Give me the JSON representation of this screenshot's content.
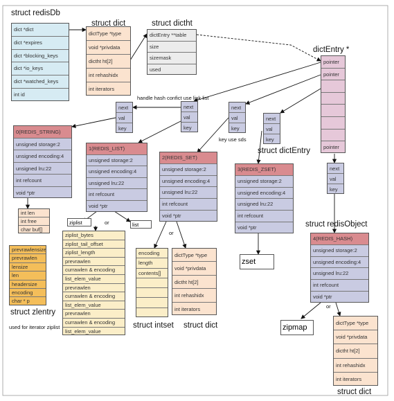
{
  "titles": {
    "redisdb": "struct redisDb",
    "dict_top": "struct dict",
    "dictht": "struct dictht",
    "dictentry_top": "dictEntry *",
    "dictentry_mid": "struct dictEntry",
    "redisobject": "struct redisObject",
    "zlentry": "struct zlentry",
    "intset": "struct intset",
    "dict_set": "struct dict",
    "dict_hash": "struct dict"
  },
  "notes": {
    "conflict": "handle hash confict use link list",
    "key_sds": "key use sds",
    "zlentry_iter": "used for iterator ziplist",
    "or1": "or",
    "or2": "or",
    "or3": "or"
  },
  "tags": {
    "ziplist": "ziplist",
    "list": "list",
    "zset": "zset",
    "zipmap": "zipmap"
  },
  "redisdb": [
    "dict *dict",
    "dict *expires",
    "dict *blocking_keys",
    "dict *io_keys",
    "dict *watched_keys",
    "int id"
  ],
  "dict_fields": [
    "dictType *type",
    "void *privdata",
    "dictht ht[2]",
    "int rehashidx",
    "int iterators"
  ],
  "dictht_fields": [
    "dictEntry **table",
    "size",
    "sizemask",
    "used"
  ],
  "entry_array": [
    "pointer",
    "pointer",
    "",
    "",
    "",
    "",
    "",
    "pointer"
  ],
  "entry_triplet": [
    "next",
    "val",
    "key"
  ],
  "robj_string": [
    "0(REDIS_STRING)",
    "unsigned storage:2",
    "unsigned encoding:4",
    "unsigned lru:22",
    "int refcount",
    "void *ptr"
  ],
  "robj_list": [
    "1(REDIS_LIST)",
    "unsigned storage:2",
    "unsigned encoding:4",
    "unsigned lru:22",
    "int refcount",
    "void *ptr"
  ],
  "robj_set": [
    "2(REDIS_SET)",
    "unsigned storage:2",
    "unsigned encoding:4",
    "unsigned lru:22",
    "int refcount",
    "void *ptr"
  ],
  "robj_zset": [
    "3(REDIS_ZSET)",
    "unsigned storage:2",
    "unsigned encoding:4",
    "unsigned lru:22",
    "int refcount",
    "void *ptr"
  ],
  "robj_hash": [
    "4(REDIS_HASH)",
    "unsigned storage:2",
    "unsigned encoding:4",
    "unsigned lru:22",
    "int refcount",
    "void *ptr"
  ],
  "sds_fields": [
    "int len",
    "int free",
    "char buf[]"
  ],
  "zlentry_fields": [
    "prevrawlensize",
    "prevrawlen",
    "lensize",
    "len",
    "headersize",
    "encoding",
    "char * p"
  ],
  "ziplist_fields": [
    "ziplist_bytes",
    "ziplist_tail_offset",
    "ziplist_length",
    "prevrawlen",
    "currawlen & encoding",
    "list_elem_value",
    "prevrawlen",
    "currawlen & encoding",
    "list_elem_value",
    "prevrawlen",
    "currawlen & encoding",
    "list_elem_value"
  ],
  "intset_fields": [
    "encoding",
    "length",
    "contents[]",
    "",
    "",
    "",
    ""
  ]
}
